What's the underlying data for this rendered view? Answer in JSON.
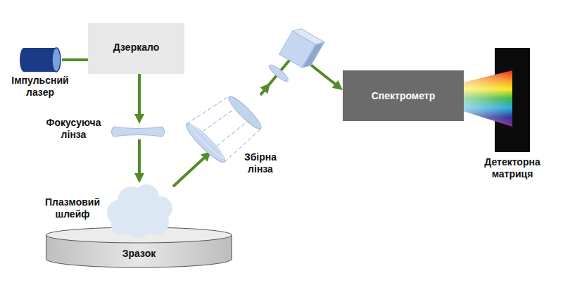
{
  "diagram": {
    "nodes": [
      {
        "text": [
          "Імпульсний лазер"
        ]
      },
      {
        "text": [
          "Дзеркало"
        ]
      },
      {
        "text": [
          "Фокусуюча лінза"
        ]
      },
      {
        "text": [
          "Плазмовий шлейф"
        ]
      },
      {
        "text": [
          "Зразок"
        ]
      },
      {
        "text": [
          "Збірна лінза"
        ]
      },
      {
        "text": [
          "Спектрометр"
        ]
      },
      {
        "text": [
          "Детекторна матриця"
        ]
      }
    ],
    "edges": [
      {
        "from": 0,
        "to": 1,
        "arrow": "none"
      },
      {
        "from": 1,
        "to": 2,
        "arrow": "to"
      },
      {
        "from": 2,
        "to": 3,
        "arrow": "to"
      },
      {
        "from": 3,
        "to": 5,
        "arrow": "to"
      },
      {
        "from": 5,
        "to": 6,
        "arrow": "to"
      }
    ]
  }
}
